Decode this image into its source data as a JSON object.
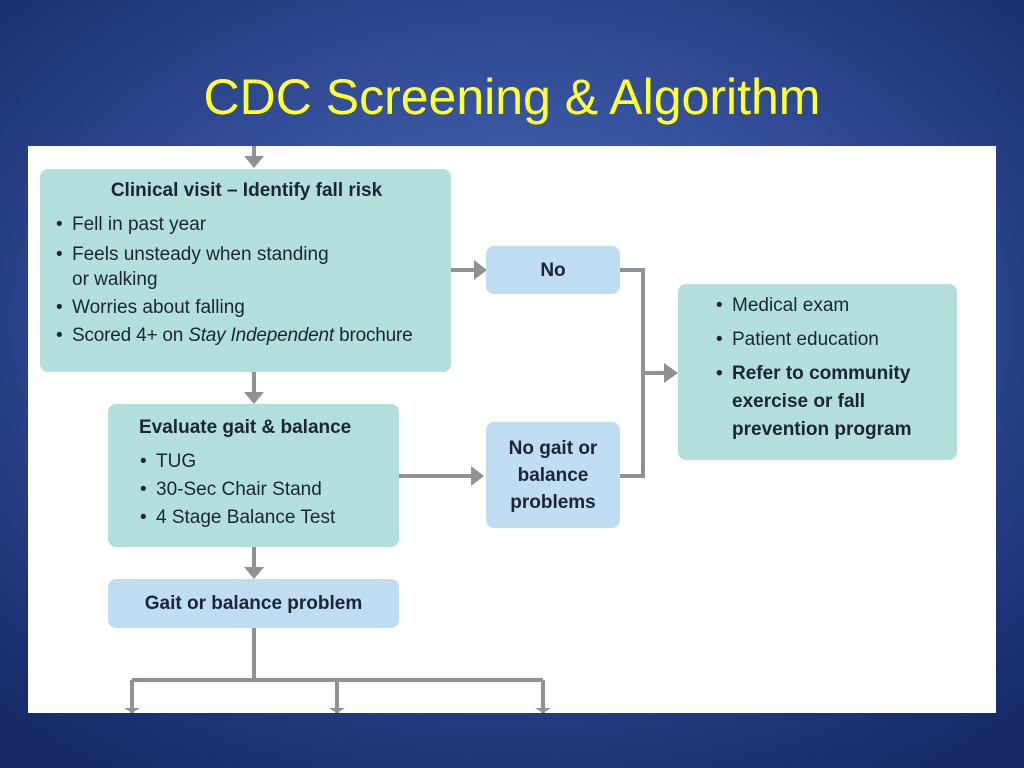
{
  "slide": {
    "title": "CDC Screening & Algorithm"
  },
  "flowchart": {
    "clinical_visit": {
      "title": "Clinical visit – Identify fall risk",
      "items": [
        "Fell in past year",
        "Feels unsteady when standing",
        "or walking",
        "Worries about falling"
      ],
      "scored_prefix": "Scored 4+ on ",
      "scored_italic": "Stay Independent",
      "scored_suffix": " brochure"
    },
    "no": {
      "label": "No"
    },
    "evaluate": {
      "title": "Evaluate gait & balance",
      "items": [
        "TUG",
        "30-Sec Chair Stand",
        "4 Stage Balance Test"
      ]
    },
    "no_gait": {
      "line1": "No gait or",
      "line2": "balance",
      "line3": "problems"
    },
    "gait_problem": {
      "label": "Gait or balance problem"
    },
    "outcome": {
      "items": [
        "Medical exam",
        "Patient education"
      ],
      "bold_line1": "Refer to community",
      "bold_line2": "exercise or fall",
      "bold_line3": "prevention program"
    }
  },
  "colors": {
    "title": "#ffff33",
    "teal_box": "#b2dfdc",
    "blue_box": "#bfdcf1",
    "connector": "#8e9296"
  }
}
